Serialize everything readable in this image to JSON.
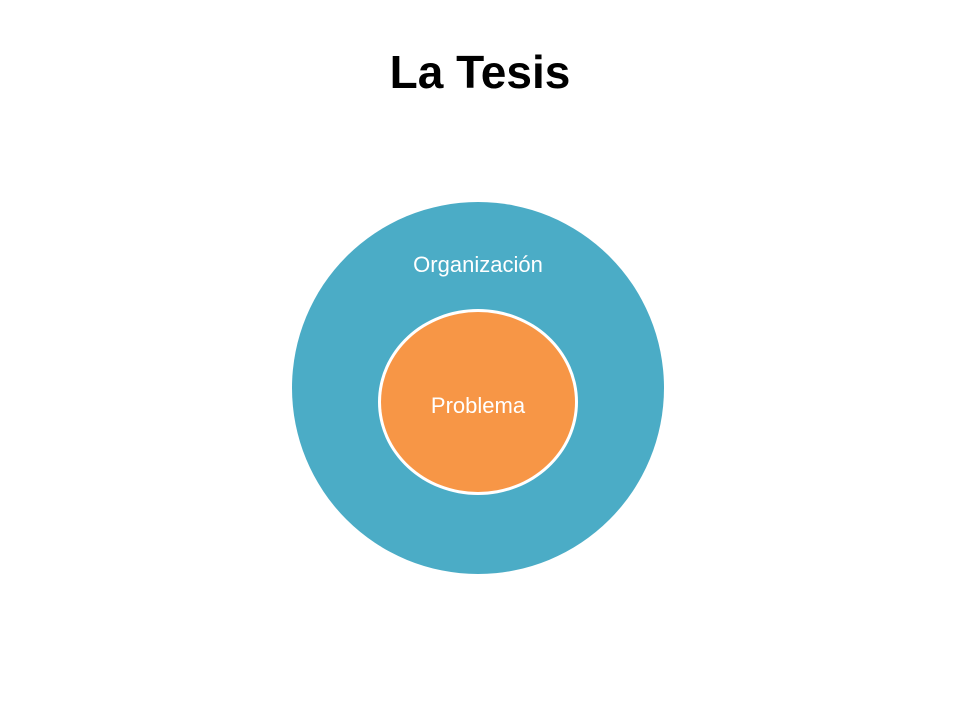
{
  "slide": {
    "title": "La Tesis"
  },
  "diagram": {
    "outer": {
      "label": "Organización",
      "color": "#4BACC6"
    },
    "inner": {
      "label": "Problema",
      "color": "#F79646"
    }
  }
}
